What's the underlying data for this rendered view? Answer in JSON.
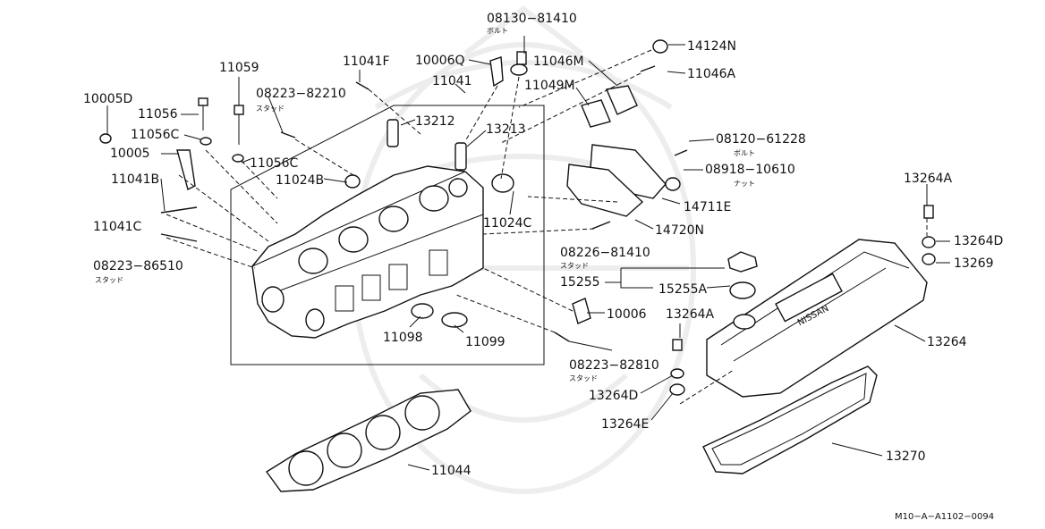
{
  "labels": {
    "l_08130_81410": "08130−81410",
    "l_08130_sub": "ボルト",
    "l_14124N": "14124N",
    "l_10006Q": "10006Q",
    "l_11046M": "11046M",
    "l_11046A": "11046A",
    "l_11059": "11059",
    "l_11041F": "11041F",
    "l_11041": "11041",
    "l_11049M": "11049M",
    "l_10005D": "10005D",
    "l_08223_82210": "08223−82210",
    "l_08223_82210_sub": "スタッド",
    "l_11056": "11056",
    "l_13212": "13212",
    "l_13213": "13213",
    "l_11056C_a": "11056C",
    "l_11056C_b": "11056C",
    "l_10005": "10005",
    "l_11024B": "11024B",
    "l_08120_61228": "08120−61228",
    "l_08120_sub": "ボルト",
    "l_08918_10610": "08918−10610",
    "l_08918_sub": "ナット",
    "l_11041B": "11041B",
    "l_14711E": "14711E",
    "l_13264A_top": "13264A",
    "l_11024C": "11024C",
    "l_14720N": "14720N",
    "l_11041C": "11041C",
    "l_13264D_top": "13264D",
    "l_08226_81410": "08226−81410",
    "l_08226_sub": "スタッド",
    "l_08223_86510": "08223−86510",
    "l_08223_86510_sub": "スタッド",
    "l_13269": "13269",
    "l_15255": "15255",
    "l_15255A": "15255A",
    "l_10006": "10006",
    "l_13264A_mid": "13264A",
    "l_11098": "11098",
    "l_11099": "11099",
    "l_13264": "13264",
    "l_08223_82810": "08223−82810",
    "l_08223_82810_sub": "スタッド",
    "l_13264D_mid": "13264D",
    "l_13264E": "13264E",
    "l_11044": "11044",
    "l_13270": "13270",
    "l_code": "M10−A−A1102−0094"
  },
  "cover_logo": "NISSAN"
}
